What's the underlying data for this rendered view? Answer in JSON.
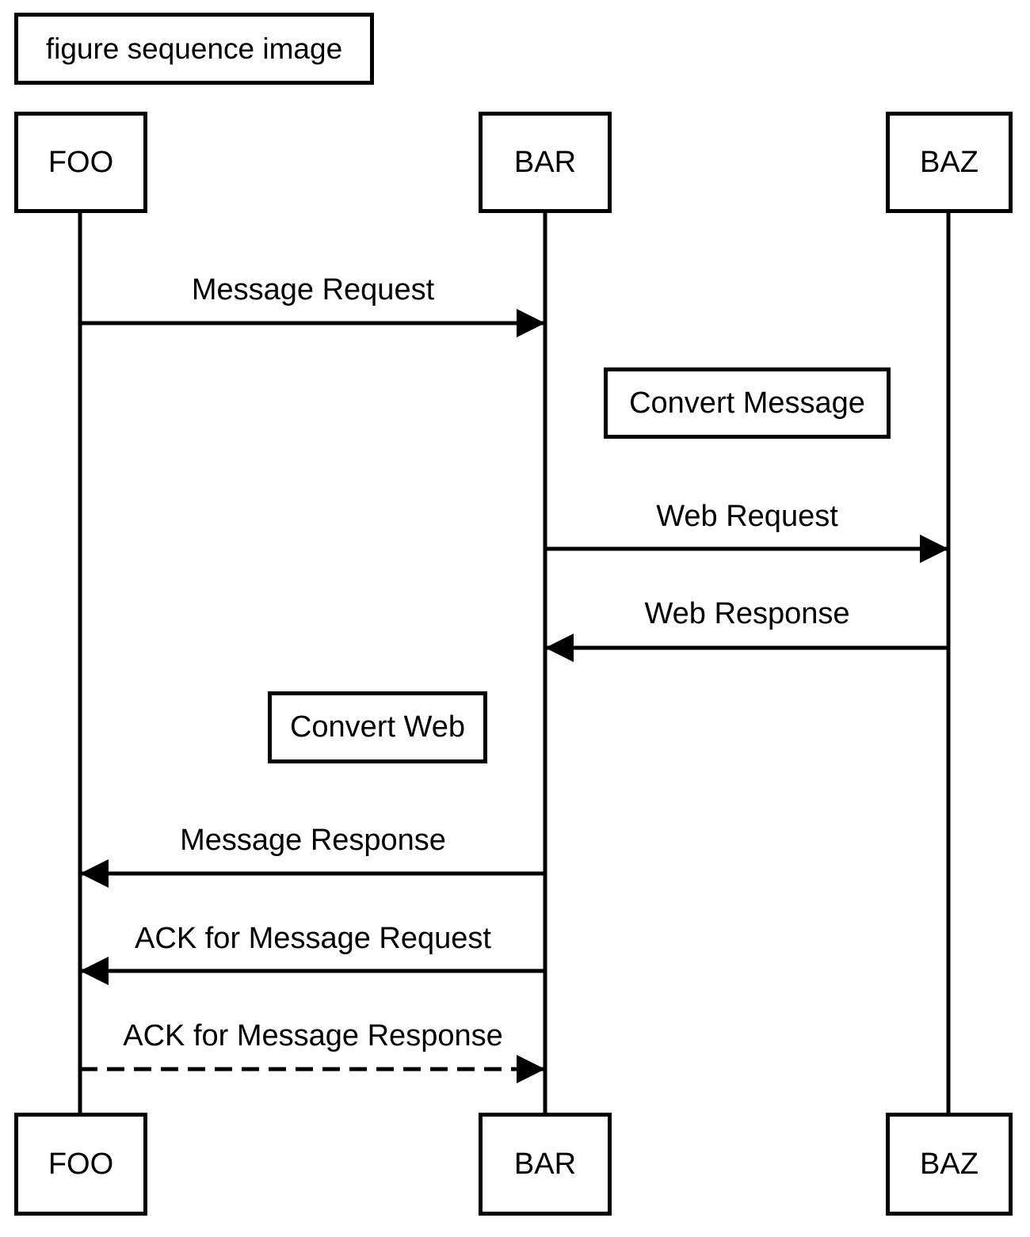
{
  "title": "figure sequence image",
  "participants": [
    {
      "id": "foo",
      "name": "FOO"
    },
    {
      "id": "bar",
      "name": "BAR"
    },
    {
      "id": "baz",
      "name": "BAZ"
    }
  ],
  "messages": [
    {
      "label": "Message Request",
      "from": "FOO",
      "to": "BAR",
      "style": "solid"
    },
    {
      "label": "Web Request",
      "from": "BAR",
      "to": "BAZ",
      "style": "solid"
    },
    {
      "label": "Web Response",
      "from": "BAZ",
      "to": "BAR",
      "style": "solid"
    },
    {
      "label": "Message Response",
      "from": "BAR",
      "to": "FOO",
      "style": "solid"
    },
    {
      "label": "ACK for Message Request",
      "from": "BAR",
      "to": "FOO",
      "style": "solid"
    },
    {
      "label": "ACK for Message Response",
      "from": "FOO",
      "to": "BAR",
      "style": "dashed"
    }
  ],
  "notes": [
    {
      "text": "Convert Message"
    },
    {
      "text": "Convert Web"
    }
  ]
}
